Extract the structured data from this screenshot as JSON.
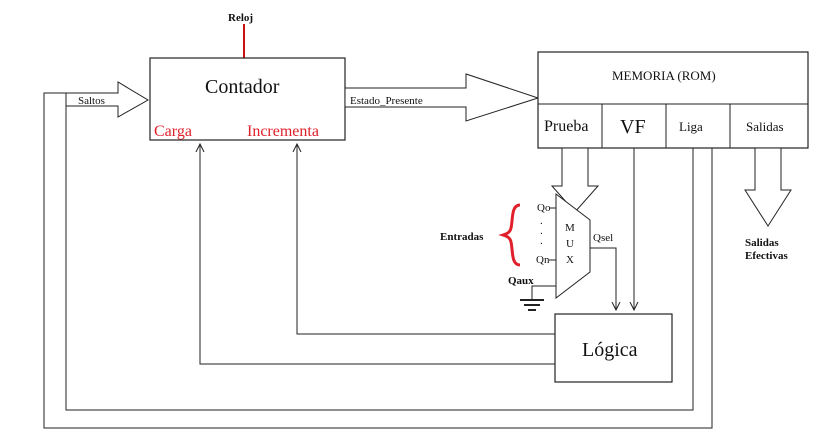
{
  "clock": {
    "label": "Reloj"
  },
  "counter": {
    "title": "Contador",
    "load_label": "Carga",
    "increment_label": "Incrementa",
    "jumps_label": "Saltos"
  },
  "state_bus": {
    "label": "Estado_Presente"
  },
  "memory": {
    "title": "MEMORIA  (ROM)",
    "fields": [
      "Prueba",
      "VF",
      "Liga",
      "Salidas"
    ]
  },
  "mux": {
    "inputs_label": "Entradas",
    "first_input": "Qo",
    "dots": ".",
    "last_input": "Qn",
    "letters": [
      "M",
      "U",
      "X"
    ],
    "output_label": "Qsel",
    "aux_label": "Qaux"
  },
  "outputs": {
    "line1": "Salidas",
    "line2": "Efectivas"
  },
  "logic": {
    "title": "Lógica"
  },
  "colors": {
    "accent": "#e0202a",
    "stroke": "#222222"
  }
}
